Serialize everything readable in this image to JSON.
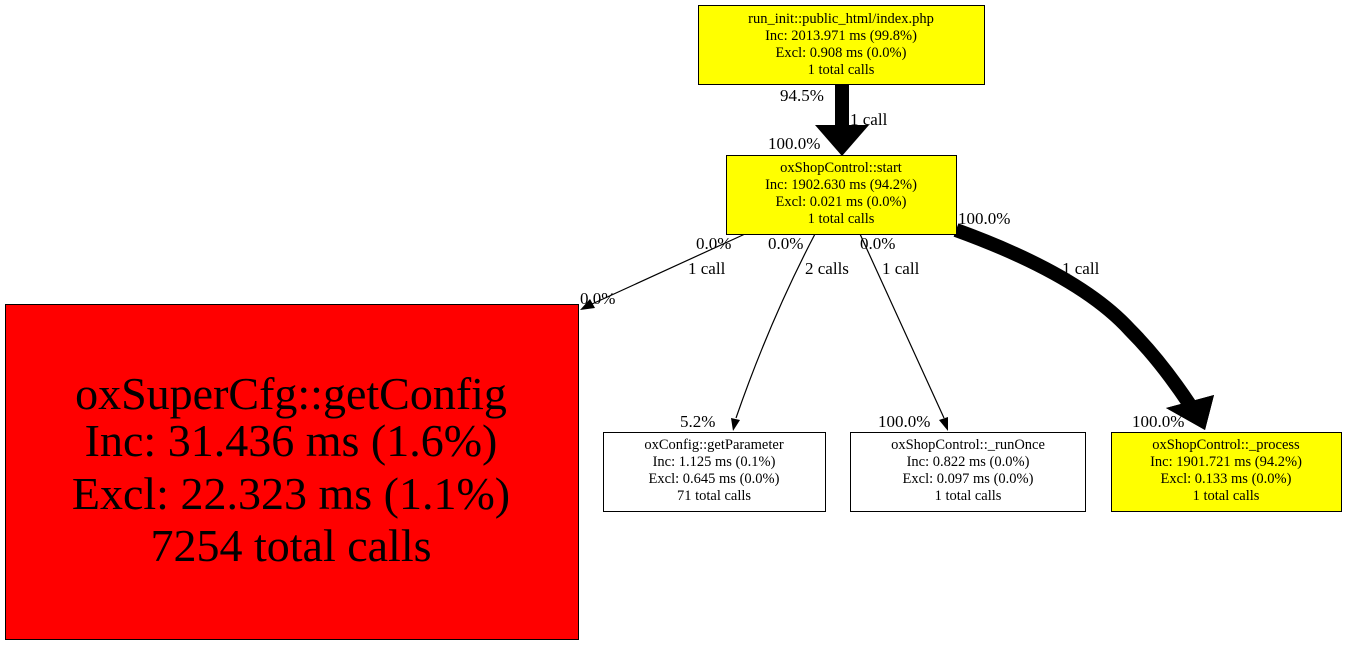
{
  "colors": {
    "hot": "#ffff00",
    "hottest": "#ff0000",
    "normal": "#ffffff",
    "edge": "#000000"
  },
  "nodes": {
    "root": {
      "name": "run_init::public_html/index.php",
      "inc": "Inc: 2013.971 ms (99.8%)",
      "excl": "Excl: 0.908 ms (0.0%)",
      "calls": "1 total calls"
    },
    "start": {
      "name": "oxShopControl::start",
      "inc": "Inc: 1902.630 ms (94.2%)",
      "excl": "Excl: 0.021 ms (0.0%)",
      "calls": "1 total calls"
    },
    "getConfig": {
      "name": "oxSuperCfg::getConfig",
      "inc": "Inc: 31.436 ms (1.6%)",
      "excl": "Excl: 22.323 ms (1.1%)",
      "calls": "7254 total calls"
    },
    "getParameter": {
      "name": "oxConfig::getParameter",
      "inc": "Inc: 1.125 ms (0.1%)",
      "excl": "Excl: 0.645 ms (0.0%)",
      "calls": "71 total calls"
    },
    "runOnce": {
      "name": "oxShopControl::_runOnce",
      "inc": "Inc: 0.822 ms (0.0%)",
      "excl": "Excl: 0.097 ms (0.0%)",
      "calls": "1 total calls"
    },
    "process": {
      "name": "oxShopControl::_process",
      "inc": "Inc: 1901.721 ms (94.2%)",
      "excl": "Excl: 0.133 ms (0.0%)",
      "calls": "1 total calls"
    }
  },
  "edges": {
    "root_start": {
      "tail": "94.5%",
      "label": "1 call",
      "head": "100.0%"
    },
    "start_getConfig": {
      "tail": "0.0%",
      "label": "1 call",
      "head": "0.0%"
    },
    "start_getParameter": {
      "tail": "0.0%",
      "label": "2 calls",
      "head": "5.2%"
    },
    "start_runOnce": {
      "tail": "0.0%",
      "label": "1 call",
      "head": "100.0%"
    },
    "start_process": {
      "tail": "100.0%",
      "label": "1 call",
      "head": "100.0%"
    }
  }
}
